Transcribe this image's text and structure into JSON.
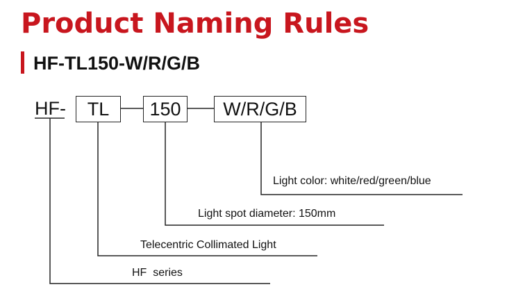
{
  "title": "Product Naming Rules",
  "subtitle": "HF-TL150-W/R/G/B",
  "accent_color": "#c8161e",
  "code": {
    "prefix": "HF-",
    "segments": [
      "TL",
      "150",
      "W/R/G/B"
    ]
  },
  "descriptions": {
    "color": "Light color: white/red/green/blue",
    "spot": "Light spot diameter: 150mm",
    "type": "Telecentric Collimated Light",
    "series": "HF  series"
  }
}
